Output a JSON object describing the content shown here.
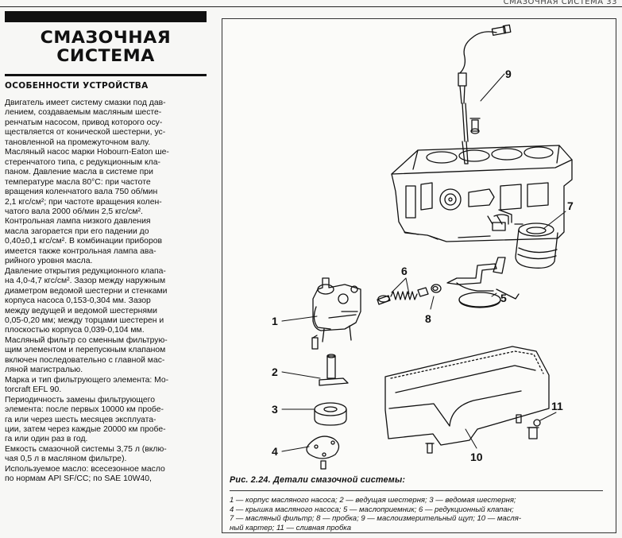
{
  "running_head": "СМАЗОЧНАЯ СИСТЕМА 33",
  "section": {
    "title_line1": "СМАЗОЧНАЯ",
    "title_line2": "СИСТЕМА",
    "subheading": "ОСОБЕННОСТИ УСТРОЙСТВА"
  },
  "body_lines": [
    "Двигатель имеет систему смазки под дав-",
    "лением, создаваемым масляным шесте-",
    "ренчатым насосом, привод которого осу-",
    "ществляется от конической шестерни, ус-",
    "тановленной на промежуточном валу.",
    "Масляный насос марки Hobourn-Eaton ше-",
    "стеренчатого типа, с редукционным кла-",
    "паном. Давление масла в системе при",
    "температуре масла 80°С: при частоте",
    "вращения коленчатого вала 750 об/мин",
    "2,1 кгс/см²; при частоте вращения колен-",
    "чатого вала 2000 об/мин 2,5 кгс/см².",
    "Контрольная лампа низкого давления",
    "масла загорается при его падении до",
    "0,40±0,1 кгс/см². В комбинации приборов",
    "имеется также контрольная лампа ава-",
    "рийного уровня масла.",
    "Давление открытия редукционного клапа-",
    "на 4,0-4,7 кгс/см². Зазор между наружным",
    "диаметром ведомой шестерни и стенками",
    "корпуса насоса 0,153-0,304 мм. Зазор",
    "между ведущей и ведомой шестернями",
    "0,05-0,20 мм; между торцами шестерен и",
    "плоскостью корпуса 0,039-0,104 мм.",
    "Масляный фильтр со сменным фильтрую-",
    "щим элементом и перепускным клапаном",
    "включен последовательно с главной мас-",
    "ляной магистралью.",
    "Марка и тип фильтрующего элемента: Mo-",
    "torcraft EFL 90.",
    "Периодичность   замены   фильтрующего",
    "элемента: после первых 10000 км пробе-",
    "га или через шесть месяцев эксплуата-",
    "ции, затем через каждые 20000 км пробе-",
    "га или один раз в год.",
    "Емкость смазочной системы 3,75 л (вклю-",
    "чая 0,5 л в масляном фильтре).",
    "Используемое масло: всесезонное масло",
    "по нормам API SF/CC; по SAE 10W40,"
  ],
  "figure": {
    "caption_title": "Рис. 2.24. Детали смазочной системы:",
    "legend_lines": [
      "1 — корпус масляного насоса; 2 — ведущая шестерня; 3 — ведомая шестерня;",
      "4 — крышка масляного насоса; 5 — маслоприемник; 6 — редукционный клапан;",
      "7 — масляный фильтр; 8 — пробка; 9 — маслоизмерительный щуп; 10 — масля-",
      "ный картер; 11 — сливная пробка"
    ],
    "callouts": [
      "1",
      "2",
      "3",
      "4",
      "5",
      "6",
      "7",
      "8",
      "9",
      "10",
      "11"
    ]
  }
}
